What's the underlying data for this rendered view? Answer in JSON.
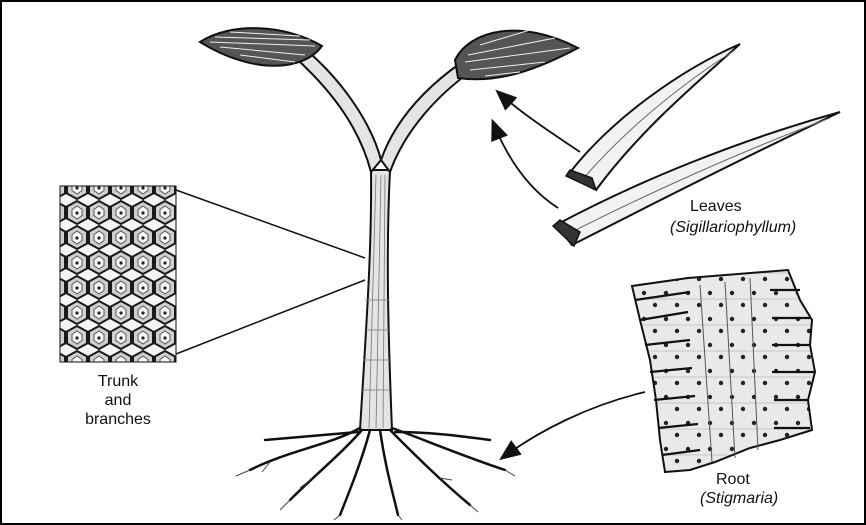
{
  "labels": {
    "trunk": {
      "line1": "Trunk",
      "line2": "and",
      "line3": "branches"
    },
    "leaves": {
      "name": "Leaves",
      "latin": "(Sigillariophyllum)"
    },
    "root": {
      "name": "Root",
      "latin": "(Stigmaria)"
    }
  },
  "colors": {
    "ink": "#111111",
    "background": "#ffffff",
    "frame": "#000000"
  }
}
